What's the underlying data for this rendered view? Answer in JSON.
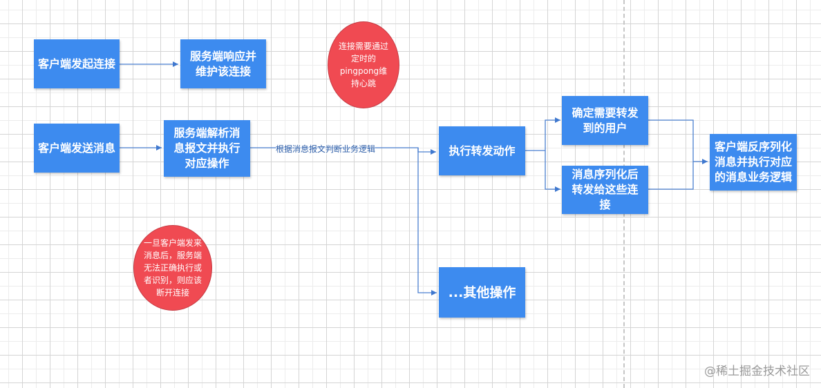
{
  "nodes": {
    "client_connect": "客户端发起连接",
    "server_respond": "服务端响应并维护该连接",
    "client_send": "客户端发送消息",
    "server_parse": "服务端解析消息报文并执行对应操作",
    "forward_action": "执行转发动作",
    "determine_users": "确定需要转发到的用户",
    "serialize_forward": "消息序列化后转发给这些连接",
    "client_deserialize": "客户端反序列化消息并执行对应的消息业务逻辑",
    "other_ops": "...其他操作"
  },
  "notes": {
    "heartbeat": "连接需要通过定时的pingpong维持心跳",
    "disconnect": "一旦客户端发来消息后，服务端无法正确执行或者识别，则应该断开连接"
  },
  "edge_labels": {
    "judge_logic": "根据消息报文判断业务逻辑"
  },
  "watermark": "@稀土掘金技术社区",
  "colors": {
    "box": "#3d8bef",
    "circle": "#f04a52",
    "edge": "#4a7fd0"
  }
}
